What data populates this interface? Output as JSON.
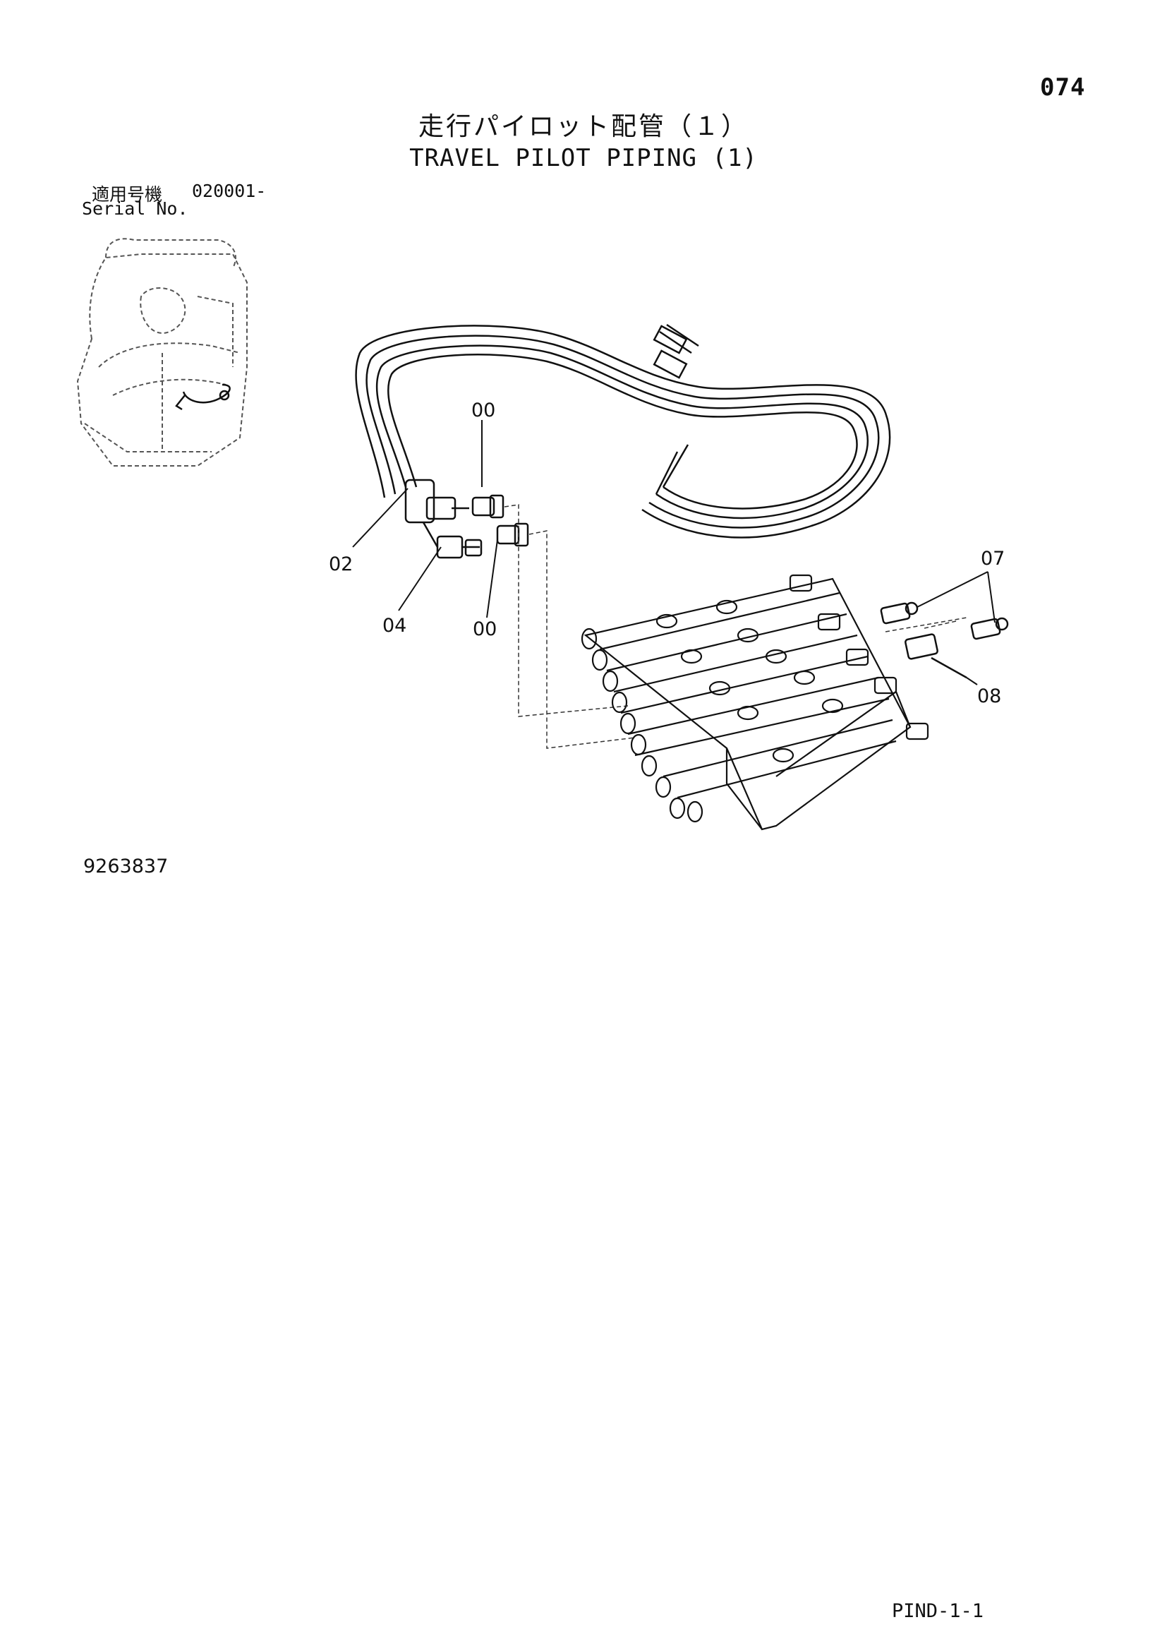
{
  "page_number": "074",
  "title_jp": "走行パイロット配管（１）",
  "title_en": "TRAVEL PILOT PIPING (1)",
  "serial": {
    "label_jp": "適用号機",
    "range": "020001-",
    "label_en": "Serial No."
  },
  "callouts": {
    "c00_top": "00",
    "c02": "02",
    "c04": "04",
    "c00_bottom": "00",
    "c07": "07",
    "c08": "08"
  },
  "drawing_number": "9263837",
  "page_code": "PIND-1-1"
}
